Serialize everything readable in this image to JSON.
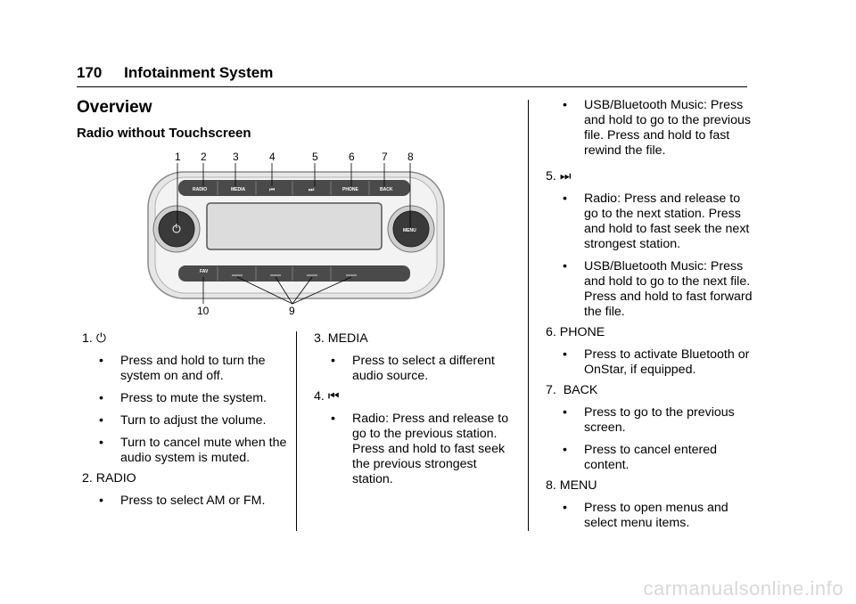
{
  "header": {
    "page_number": "170",
    "section": "Infotainment System"
  },
  "title": "Overview",
  "subtitle": "Radio without Touchscreen",
  "figure": {
    "callouts": [
      "1",
      "2",
      "3",
      "4",
      "5",
      "6",
      "7",
      "8",
      "10",
      "9"
    ],
    "buttons": {
      "radio": "RADIO",
      "media": "MEDIA",
      "phone": "PHONE",
      "back": "BACK",
      "menu": "MENU",
      "fav": "FAV"
    }
  },
  "col1": {
    "item1": {
      "num": "1.",
      "icon": "power-icon",
      "bullets": [
        "Press and hold to turn the system on and off.",
        "Press to mute the system.",
        "Turn to adjust the volume.",
        "Turn to cancel mute when the audio system is muted."
      ]
    },
    "item2": {
      "num": "2. RADIO",
      "bullets": [
        "Press to select AM or FM."
      ]
    }
  },
  "col2": {
    "item3": {
      "num": "3. MEDIA",
      "bullets": [
        "Press to select a different audio source."
      ]
    },
    "item4": {
      "num": "4.",
      "icon": "seek-back-icon",
      "bullets": [
        "Radio: Press and release to go to the previous station. Press and hold to fast seek the previous strongest station."
      ]
    }
  },
  "col3": {
    "item4_cont": {
      "bullets": [
        "USB/Bluetooth Music: Press and hold to go to the previous file. Press and hold to fast rewind the file."
      ]
    },
    "item5": {
      "num": "5.",
      "icon": "seek-forward-icon",
      "bullets": [
        "Radio: Press and release to go to the next station. Press and hold to fast seek the next strongest station.",
        "USB/Bluetooth Music: Press and hold to go to the next file. Press and hold to fast forward the file."
      ]
    },
    "item6": {
      "num": "6. PHONE",
      "bullets": [
        "Press to activate Bluetooth or OnStar, if equipped."
      ]
    },
    "item7": {
      "num": "7.  BACK",
      "bullets": [
        "Press to go to the previous screen.",
        "Press to cancel entered content."
      ]
    },
    "item8": {
      "num": "8. MENU",
      "bullets": [
        "Press to open menus and select menu items."
      ]
    }
  },
  "watermark": "carmanualsonline.info"
}
